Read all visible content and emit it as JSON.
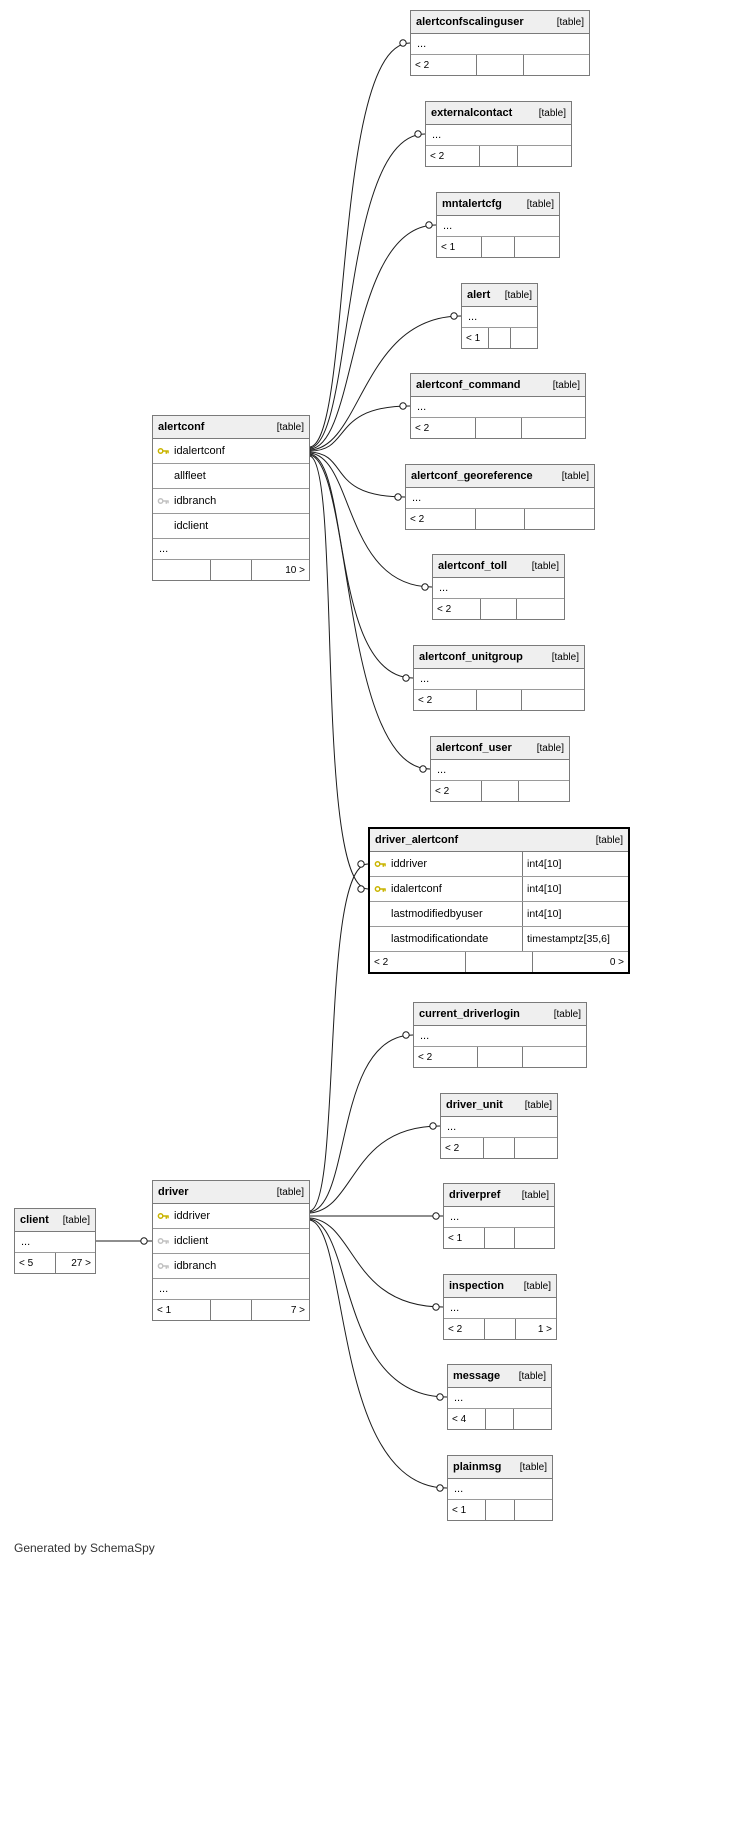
{
  "meta": {
    "generated_by": "Generated by SchemaSpy"
  },
  "colors": {
    "primary_key": "#c9b400",
    "foreign_key": "#c2c2c2",
    "table_border": "#7a7a7a",
    "focus_table_border": "#000000",
    "header_bg": "#efefef"
  },
  "tables": {
    "alertconfscalinguser": {
      "title": "alertconfscalinguser",
      "tag": "[table]",
      "ellipsis": "...",
      "footer": [
        "< 2",
        "",
        ""
      ]
    },
    "externalcontact": {
      "title": "externalcontact",
      "tag": "[table]",
      "ellipsis": "...",
      "footer": [
        "< 2",
        "",
        ""
      ]
    },
    "mntalertcfg": {
      "title": "mntalertcfg",
      "tag": "[table]",
      "ellipsis": "...",
      "footer": [
        "< 1",
        "",
        ""
      ]
    },
    "alert": {
      "title": "alert",
      "tag": "[table]",
      "ellipsis": "...",
      "footer": [
        "< 1",
        "",
        ""
      ]
    },
    "alertconf_command": {
      "title": "alertconf_command",
      "tag": "[table]",
      "ellipsis": "...",
      "footer": [
        "< 2",
        "",
        ""
      ]
    },
    "alertconf_georeference": {
      "title": "alertconf_georeference",
      "tag": "[table]",
      "ellipsis": "...",
      "footer": [
        "< 2",
        "",
        ""
      ]
    },
    "alertconf_toll": {
      "title": "alertconf_toll",
      "tag": "[table]",
      "ellipsis": "...",
      "footer": [
        "< 2",
        "",
        ""
      ]
    },
    "alertconf_unitgroup": {
      "title": "alertconf_unitgroup",
      "tag": "[table]",
      "ellipsis": "...",
      "footer": [
        "< 2",
        "",
        ""
      ]
    },
    "alertconf_user": {
      "title": "alertconf_user",
      "tag": "[table]",
      "ellipsis": "...",
      "footer": [
        "< 2",
        "",
        ""
      ]
    },
    "driver_alertconf": {
      "title": "driver_alertconf",
      "tag": "[table]",
      "columns": [
        {
          "name": "iddriver",
          "type": "int4[10]",
          "key": "pk"
        },
        {
          "name": "idalertconf",
          "type": "int4[10]",
          "key": "pk"
        },
        {
          "name": "lastmodifiedbyuser",
          "type": "int4[10]",
          "key": ""
        },
        {
          "name": "lastmodificationdate",
          "type": "timestamptz[35,6]",
          "key": ""
        }
      ],
      "footer": [
        "< 2",
        "",
        "0 >"
      ]
    },
    "current_driverlogin": {
      "title": "current_driverlogin",
      "tag": "[table]",
      "ellipsis": "...",
      "footer": [
        "< 2",
        "",
        ""
      ]
    },
    "driver_unit": {
      "title": "driver_unit",
      "tag": "[table]",
      "ellipsis": "...",
      "footer": [
        "< 2",
        "",
        ""
      ]
    },
    "driverpref": {
      "title": "driverpref",
      "tag": "[table]",
      "ellipsis": "...",
      "footer": [
        "< 1",
        "",
        ""
      ]
    },
    "inspection": {
      "title": "inspection",
      "tag": "[table]",
      "ellipsis": "...",
      "footer": [
        "< 2",
        "",
        "1 >"
      ]
    },
    "message": {
      "title": "message",
      "tag": "[table]",
      "ellipsis": "...",
      "footer": [
        "< 4",
        "",
        ""
      ]
    },
    "plainmsg": {
      "title": "plainmsg",
      "tag": "[table]",
      "ellipsis": "...",
      "footer": [
        "< 1",
        "",
        ""
      ]
    },
    "alertconf": {
      "title": "alertconf",
      "tag": "[table]",
      "ellipsis": "...",
      "columns": [
        {
          "name": "idalertconf",
          "key": "pk"
        },
        {
          "name": "allfleet",
          "key": ""
        },
        {
          "name": "idbranch",
          "key": "fk"
        },
        {
          "name": "idclient",
          "key": ""
        }
      ],
      "footer": [
        "",
        "",
        "10 >"
      ]
    },
    "driver": {
      "title": "driver",
      "tag": "[table]",
      "ellipsis": "...",
      "columns": [
        {
          "name": "iddriver",
          "key": "pk"
        },
        {
          "name": "idclient",
          "key": "fk"
        },
        {
          "name": "idbranch",
          "key": "fk"
        }
      ],
      "footer": [
        "< 1",
        "",
        "7 >"
      ]
    },
    "client": {
      "title": "client",
      "tag": "[table]",
      "ellipsis": "...",
      "footer": [
        "< 5",
        "27 >"
      ]
    }
  }
}
